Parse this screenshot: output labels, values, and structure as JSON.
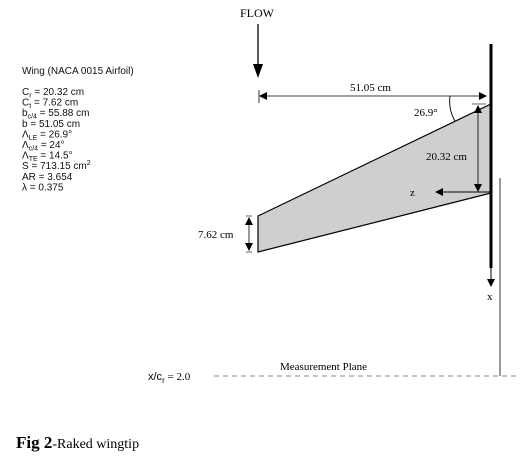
{
  "diagram": {
    "flow_label": "FLOW",
    "spec_title": "Wing (NACA 0015 Airfoil)",
    "specs": [
      {
        "sym": "C",
        "sub": "r",
        "sup": "",
        "rest": " = 20.32 cm"
      },
      {
        "sym": "C",
        "sub": "t",
        "sup": "",
        "rest": " = 7.62 cm"
      },
      {
        "sym": "b",
        "sub": "c/4",
        "sup": "",
        "rest": " = 55.88 cm"
      },
      {
        "sym": "b",
        "sub": "",
        "sup": "",
        "rest": " = 51.05 cm"
      },
      {
        "sym": "Λ",
        "sub": "LE",
        "sup": "",
        "rest": " = 26.9°"
      },
      {
        "sym": "Λ",
        "sub": "c/4",
        "sup": "",
        "rest": " = 24°"
      },
      {
        "sym": "Λ",
        "sub": "TE",
        "sup": "",
        "rest": " = 14.5°"
      },
      {
        "sym": "S",
        "sub": "",
        "sup": "2",
        "rest": " = 713.15 cm"
      },
      {
        "sym": "AR",
        "sub": "",
        "sup": "",
        "rest": " = 3.654"
      },
      {
        "sym": "λ",
        "sub": "",
        "sup": "",
        "rest": " = 0.375"
      }
    ],
    "span_label": "51.05 cm",
    "angle_label": "26.9°",
    "root_chord_label": "20.32 cm",
    "tip_chord_label": "7.62 cm",
    "z_axis_label": "z",
    "x_axis_label": "x",
    "plane_label": "Measurement Plane",
    "plane_pos_sym": "x/c",
    "plane_pos_sub": "r",
    "plane_pos_value": " = 2.0"
  },
  "caption": {
    "fig_label": "Fig  2",
    "text": "-Raked wingtip"
  },
  "colors": {
    "wing_fill": "#cfcfcf",
    "line": "#000000",
    "dashed": "#888888"
  }
}
